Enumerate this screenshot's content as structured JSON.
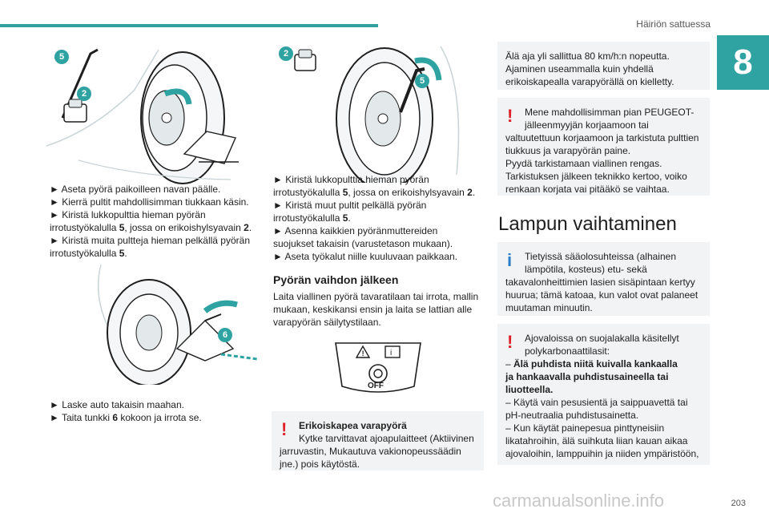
{
  "header": {
    "title": "Häiriön sattuessa",
    "chapter": "8"
  },
  "col1": {
    "steps1": [
      "► Aseta pyörä paikoilleen navan päälle.",
      "► Kierrä pultit mahdollisimman tiukkaan käsin.",
      "► Kiristä lukkopulttia hieman pyörän",
      "irrotustyökalulla ",
      "5",
      ", jossa on erikoishylsyavain ",
      "2",
      ".",
      "► Kiristä muita pultteja hieman pelkällä pyörän",
      "irrotustyökalulla ",
      "5",
      "."
    ],
    "steps2": [
      "► Laske auto takaisin maahan.",
      "► Taita tunkki ",
      "6",
      " kokoon ja irrota se."
    ],
    "badges": [
      "5",
      "2",
      "6"
    ]
  },
  "col2": {
    "steps": [
      "► Kiristä lukkopulttia hieman pyörän",
      "irrotustyökalulla ",
      "5",
      ", jossa on erikoishylsyavain ",
      "2",
      ".",
      "► Kiristä muut pultit pelkällä pyörän",
      "irrotustyökalulla ",
      "5",
      ".",
      "► Asenna kaikkien pyöränmuttereiden",
      "suojukset takaisin (varustetason mukaan).",
      "► Aseta työkalut niille kuuluvaan paikkaan."
    ],
    "badges": [
      "2",
      "5"
    ],
    "heading": "Pyörän vaihdon jälkeen",
    "body": [
      "Laita viallinen pyörä tavaratilaan tai irrota, mallin",
      "mukaan, keskikansi ensin ja laita se lattian alle",
      "varapyörän säilytystilaan."
    ],
    "button_label": "OFF",
    "warning": {
      "title": "Erikoiskapea varapyörä",
      "lines": [
        "Kytke tarvittavat ajoapulaitteet (Aktiivinen",
        "jarruvastin, Mukautuva vakionopeussäädin",
        "jne.) pois käytöstä."
      ]
    }
  },
  "col3": {
    "note1": [
      "Älä aja yli sallittua 80 km/h:n nopeutta.",
      "Ajaminen useammalla kuin yhdellä",
      "erikoiskapealla varapyörällä on kielletty."
    ],
    "note2": [
      "Mene mahdollisimman pian PEUGEOT-",
      "jälleenmyyjän korjaamoon tai",
      "valtuutettuun korjaamoon ja tarkistuta pulttien",
      "tiukkuus ja varapyörän paine.",
      "Pyydä tarkistamaan viallinen rengas.",
      "Tarkistuksen jälkeen teknikko kertoo, voiko",
      "renkaan korjata vai pitääkö se vaihtaa."
    ],
    "heading": "Lampun vaihtaminen",
    "info": [
      "Tietyissä sääolosuhteissa (alhainen",
      "lämpötila, kosteus) etu- sekä",
      "takavalonheittimien lasien sisäpintaan kertyy",
      "huurua; tämä katoaa, kun valot ovat palaneet",
      "muutaman minuutin."
    ],
    "warning": [
      "Ajovaloissa on suojalakalla käsitellyt",
      "polykarbonaattilasit:",
      "– ",
      "Älä puhdista niitä kuivalla kankaalla",
      "ja hankaavalla puhdistusaineella tai",
      "liuotteella.",
      "– Käytä vain pesusientä ja saippuavettä tai",
      "pH-neutraalia puhdistusainetta.",
      "– Kun käytät painepesua pinttyneisiin",
      "likatahroihin, älä suihkuta liian kauan aikaa",
      "ajovaloihin, lamppuihin ja niiden ympäristöön,"
    ]
  },
  "footer": {
    "page": "203",
    "watermark": "carmanualsonline.info"
  },
  "colors": {
    "accent": "#2ea3a1",
    "warning": "#e0212a",
    "info": "#2b7cc9",
    "note_bg": "#f2f3f4"
  }
}
